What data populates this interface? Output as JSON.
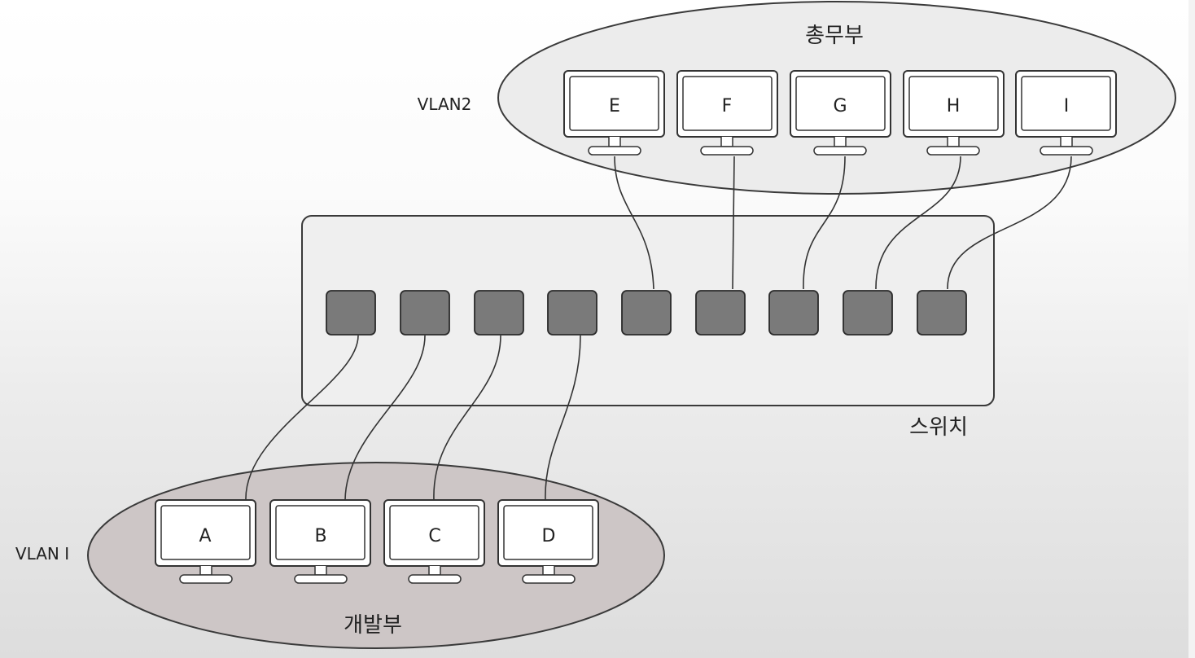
{
  "groups": {
    "top": {
      "vlan_label": "VLAN2",
      "dept_label": "총무부"
    },
    "bottom": {
      "vlan_label": "VLAN I",
      "dept_label": "개발부"
    }
  },
  "switch": {
    "label": "스위치"
  },
  "computers": {
    "top": [
      "E",
      "F",
      "G",
      "H",
      "I"
    ],
    "bottom": [
      "A",
      "B",
      "C",
      "D"
    ]
  },
  "colors": {
    "outline": "#3a3a3a",
    "port_fill": "#7a7a7a",
    "top_group_fill": "#ececec",
    "bottom_group_fill": "#cdc6c6",
    "switch_fill": "#efefef"
  }
}
